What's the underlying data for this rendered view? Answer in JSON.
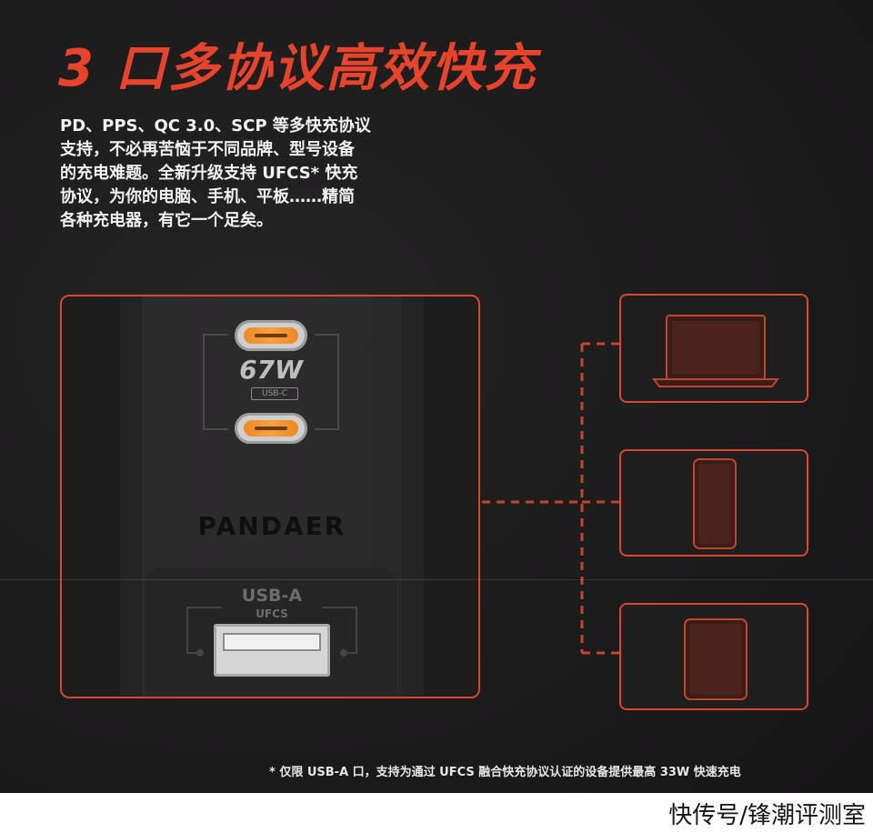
{
  "title": "3 口多协议高效快充",
  "description": [
    "PD、PPS、QC 3.0、SCP 等多快充协议",
    "支持，不必再苦恼于不同品牌、型号设备",
    "的充电难题。全新升级支持 UFCS* 快充",
    "协议，为你的电脑、手机、平板……精简",
    "各种充电器，有它一个足矣。"
  ],
  "charger": {
    "wattage": "67W",
    "usbc_label": "USB-C",
    "brand": "PANDAER",
    "usba_label": "USB-A",
    "ufcs_label": "UFCS"
  },
  "devices": [
    "laptop-icon",
    "phone-icon",
    "tablet-icon"
  ],
  "footnote": "* 仅限 USB-A 口，支持为通过 UFCS 融合快充协议认证的设备提供最高 33W 快速充电",
  "watermark": "快传号/锋潮评测室",
  "colors": {
    "accent": "#e8432b",
    "frame": "#d9472e",
    "background": "#1b1a1b",
    "port_orange": "#f08a25"
  }
}
